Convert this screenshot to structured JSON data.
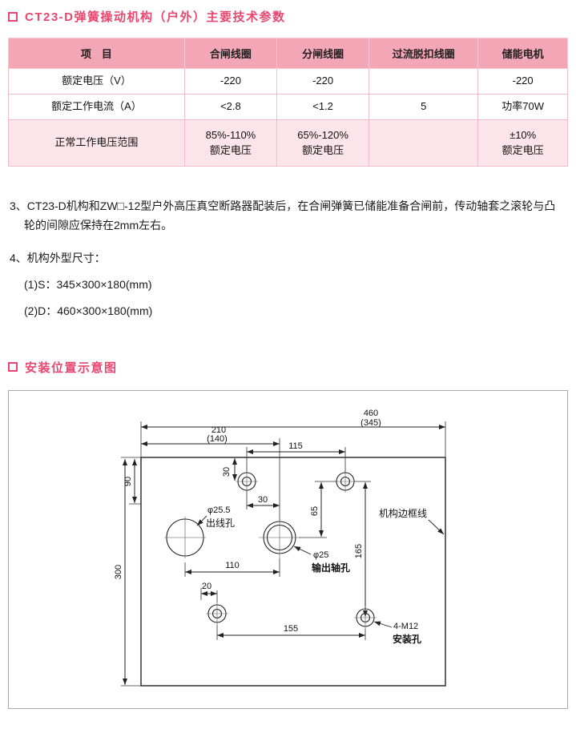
{
  "colors": {
    "title_pink": "#e8476f",
    "table_header_bg": "#f3a6b6",
    "table_alt_row_bg": "#fce4eb",
    "table_border": "#f2bcc9"
  },
  "titles": {
    "params": "CT23-D弹簧操动机构（户外）主要技术参数",
    "install": "安装位置示意图"
  },
  "table": {
    "headers": [
      "项　目",
      "合闸线圈",
      "分闸线圈",
      "过流脱扣线圈",
      "储能电机"
    ],
    "row1": [
      "额定电压（V）",
      "-220",
      "-220",
      "",
      "-220"
    ],
    "row2": [
      "额定工作电流（A）",
      "<2.8",
      "<1.2",
      "5",
      "功率70W"
    ],
    "row3": {
      "label": "正常工作电压范围",
      "closing_l1": "85%-110%",
      "closing_l2": "额定电压",
      "opening_l1": "65%-120%",
      "opening_l2": "额定电压",
      "overcurrent": "",
      "motor_l1": "±10%",
      "motor_l2": "额定电压"
    }
  },
  "notes": {
    "item3": "3、CT23-D机构和ZW□-12型户外高压真空断路器配装后，在合闸弹簧已储能准备合闸前，传动轴套之滚轮与凸轮的间隙应保持在2mm左右。",
    "item4": "4、机构外型尺寸：",
    "size_s": "(1)S：345×300×180(mm)",
    "size_d": "(2)D：460×300×180(mm)"
  },
  "diagram": {
    "d460": "460",
    "d345": "(345)",
    "d210": "210",
    "d140": "(140)",
    "d115": "115",
    "d30_top": "30",
    "d90": "90",
    "d300": "300",
    "d30_mid": "30",
    "d65": "65",
    "d165": "165",
    "d110": "110",
    "d20": "20",
    "d155": "155",
    "dia_outlet": "φ25.5",
    "outlet_label": "出线孔",
    "dia_shaft": "φ25",
    "shaft_label": "输出轴孔",
    "frame_label": "机构边框线",
    "mount_qty": "4-M12",
    "mount_label": "安装孔"
  }
}
